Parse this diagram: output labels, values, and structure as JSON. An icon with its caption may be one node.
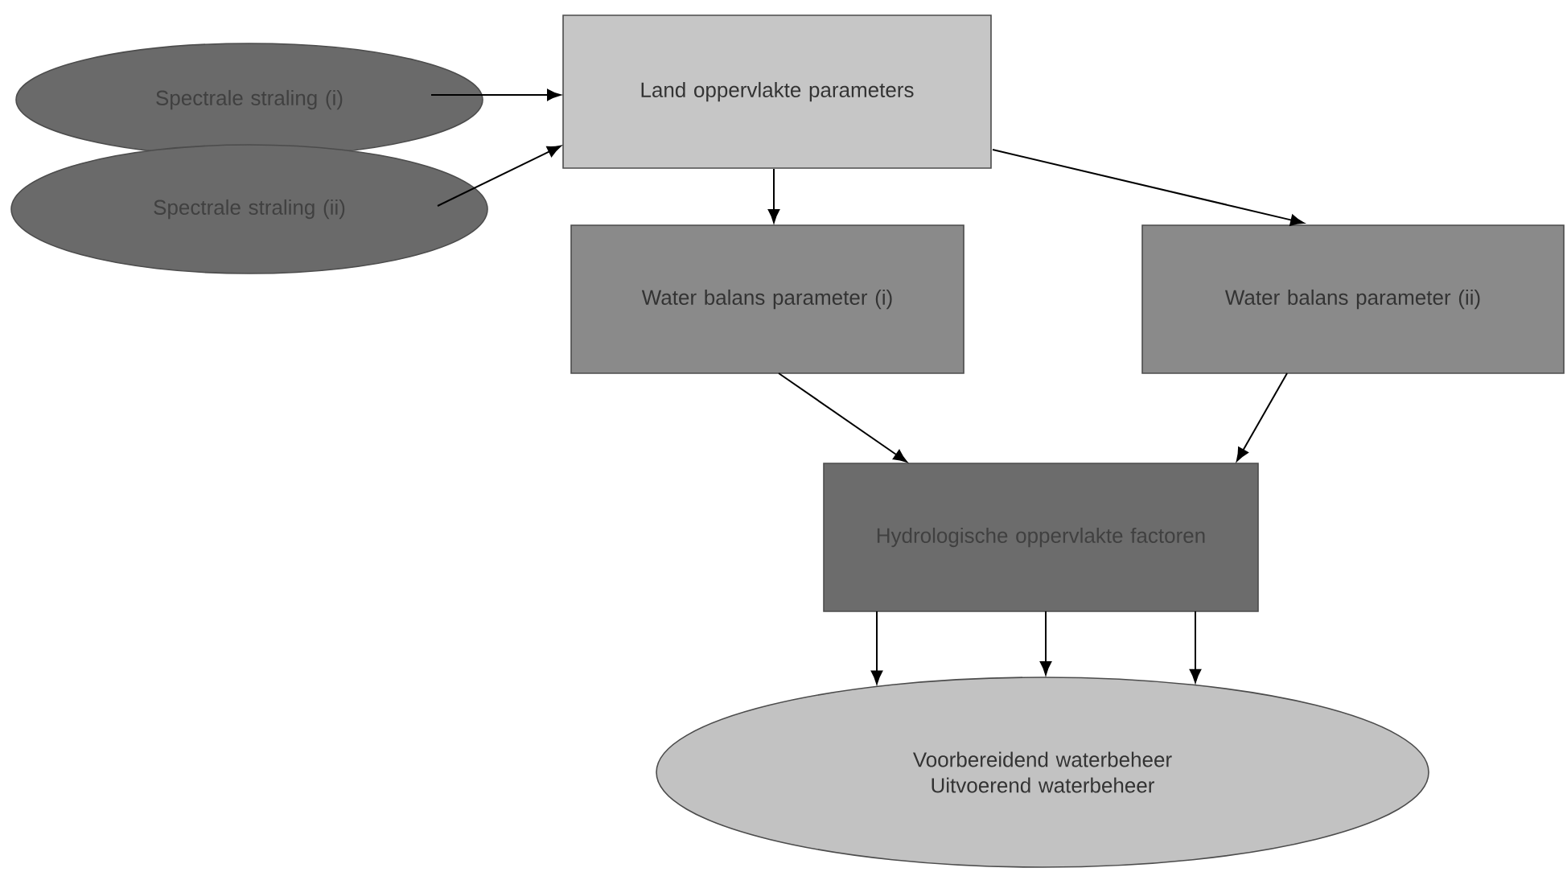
{
  "diagram": {
    "nodes": [
      {
        "text": [
          "Spectrale straling (i)"
        ]
      },
      {
        "text": [
          "Spectrale straling (ii)"
        ]
      },
      {
        "text": [
          "Land oppervlakte parameters"
        ]
      },
      {
        "text": [
          "Water balans parameter (i)"
        ]
      },
      {
        "text": [
          "Water balans parameter (ii)"
        ]
      },
      {
        "text": [
          "Hydrologische oppervlakte factoren"
        ]
      },
      {
        "text": [
          "Voorbereidend waterbeheer",
          "Uitvoerend waterbeheer"
        ]
      }
    ],
    "edges": [
      {
        "from": 0,
        "to": 2,
        "arrow": "to"
      },
      {
        "from": 1,
        "to": 2,
        "arrow": "to"
      },
      {
        "from": 2,
        "to": 3,
        "arrow": "to"
      },
      {
        "from": 2,
        "to": 4,
        "arrow": "to"
      },
      {
        "from": 3,
        "to": 5,
        "arrow": "to"
      },
      {
        "from": 4,
        "to": 5,
        "arrow": "to"
      },
      {
        "from": 5,
        "to": 6,
        "arrow": "to"
      },
      {
        "from": 5,
        "to": 6,
        "arrow": "to"
      },
      {
        "from": 5,
        "to": 6,
        "arrow": "to"
      }
    ]
  }
}
